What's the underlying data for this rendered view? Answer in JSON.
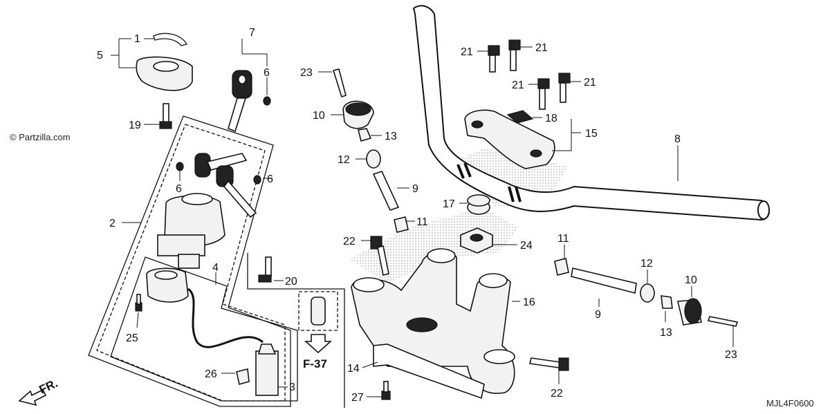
{
  "watermark": "© Partzilla.com",
  "diagram_code": "MJL4F0600",
  "front_label": "FR.",
  "ref_label": "F-37",
  "callouts": {
    "c1": "1",
    "c2": "2",
    "c3": "3",
    "c4": "4",
    "c5": "5",
    "c6a": "6",
    "c6b": "6",
    "c6c": "6",
    "c7": "7",
    "c8": "8",
    "c9a": "9",
    "c9b": "9",
    "c10a": "10",
    "c10b": "10",
    "c11a": "11",
    "c11b": "11",
    "c12a": "12",
    "c12b": "12",
    "c13a": "13",
    "c13b": "13",
    "c14": "14",
    "c15": "15",
    "c16": "16",
    "c17": "17",
    "c18": "18",
    "c19": "19",
    "c20": "20",
    "c21a": "21",
    "c21b": "21",
    "c21c": "21",
    "c21d": "21",
    "c22a": "22",
    "c22b": "22",
    "c23a": "23",
    "c23b": "23",
    "c24": "24",
    "c25": "25",
    "c26": "26",
    "c27": "27"
  }
}
